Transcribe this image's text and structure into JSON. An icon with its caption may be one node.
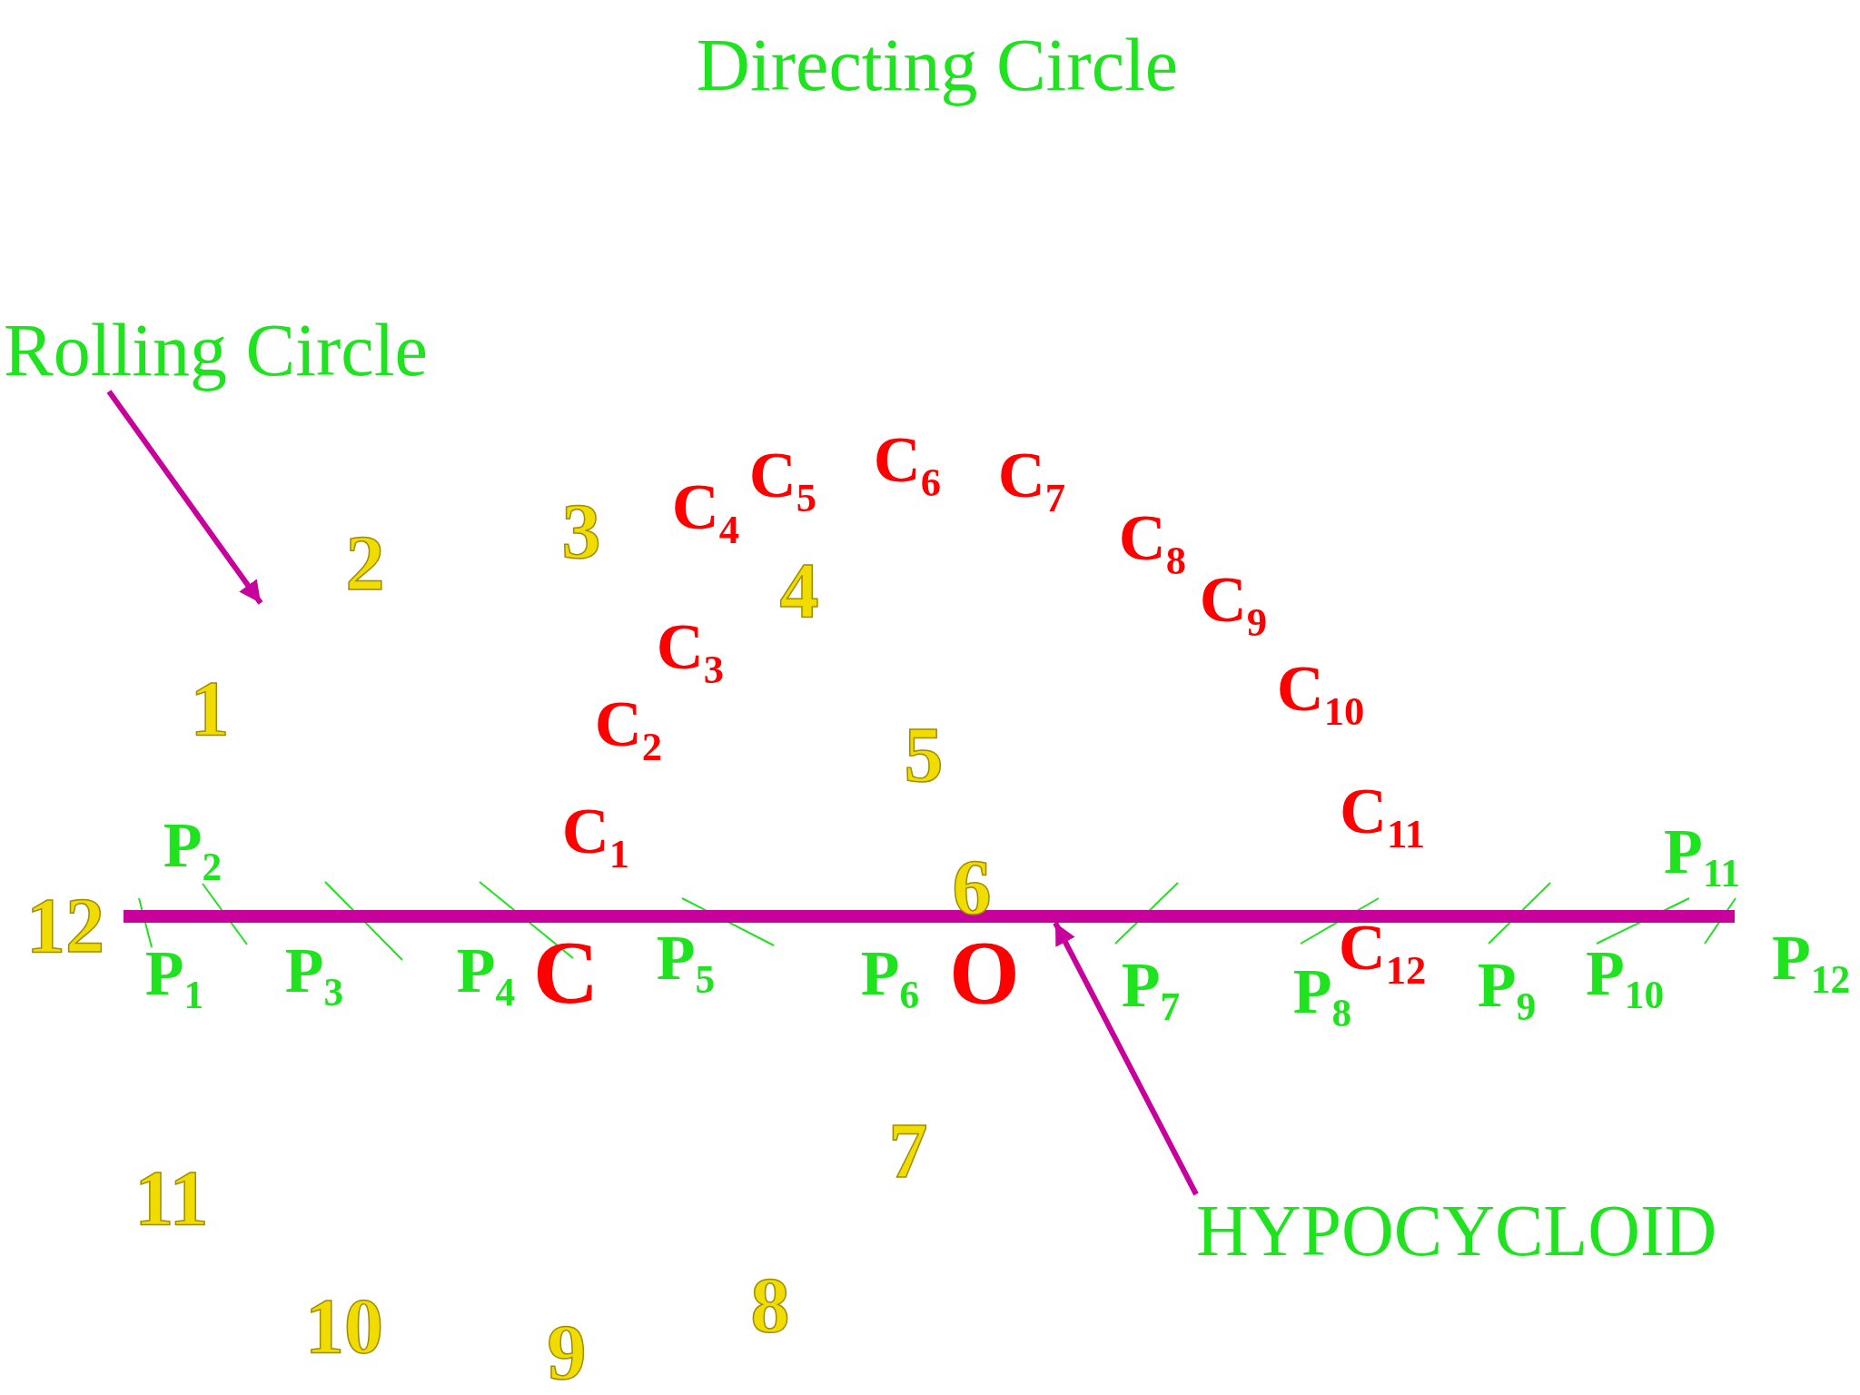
{
  "diagram": {
    "title": "Directing Circle",
    "nodes": [
      {
        "text": [
          "Rolling Circle"
        ]
      },
      {
        "text": [
          "HYPOCYCLOID"
        ]
      },
      {
        "text": [],
        "shape": "bar"
      }
    ],
    "edges": [
      {
        "from": 0,
        "to": null,
        "arrow": "to"
      },
      {
        "from": 1,
        "to": 2,
        "arrow": "to"
      }
    ],
    "labels": [
      "C$_{6}$",
      "C$_{5}$",
      "C$_{7}$",
      "C$_{4}$",
      "3",
      "C$_{8}$",
      "2",
      "4",
      "C$_{9}$",
      "C$_{3}$",
      "C$_{10}$",
      "1",
      "C$_{2}$",
      "5",
      "C$_{11}$",
      "C$_{1}$",
      "P$_{2}$",
      "P$_{11}$",
      "6",
      "12",
      "C$_{12}$",
      "P$_{5}$",
      "P$_{12}$",
      "C",
      "O",
      "P$_{1}$",
      "P$_{3}$",
      "P$_{4}$",
      "P$_{6}$",
      "P$_{10}$",
      "P$_{7}$",
      "P$_{9}$",
      "P$_{8}$",
      "7",
      "11",
      "8",
      "10",
      "9"
    ]
  }
}
